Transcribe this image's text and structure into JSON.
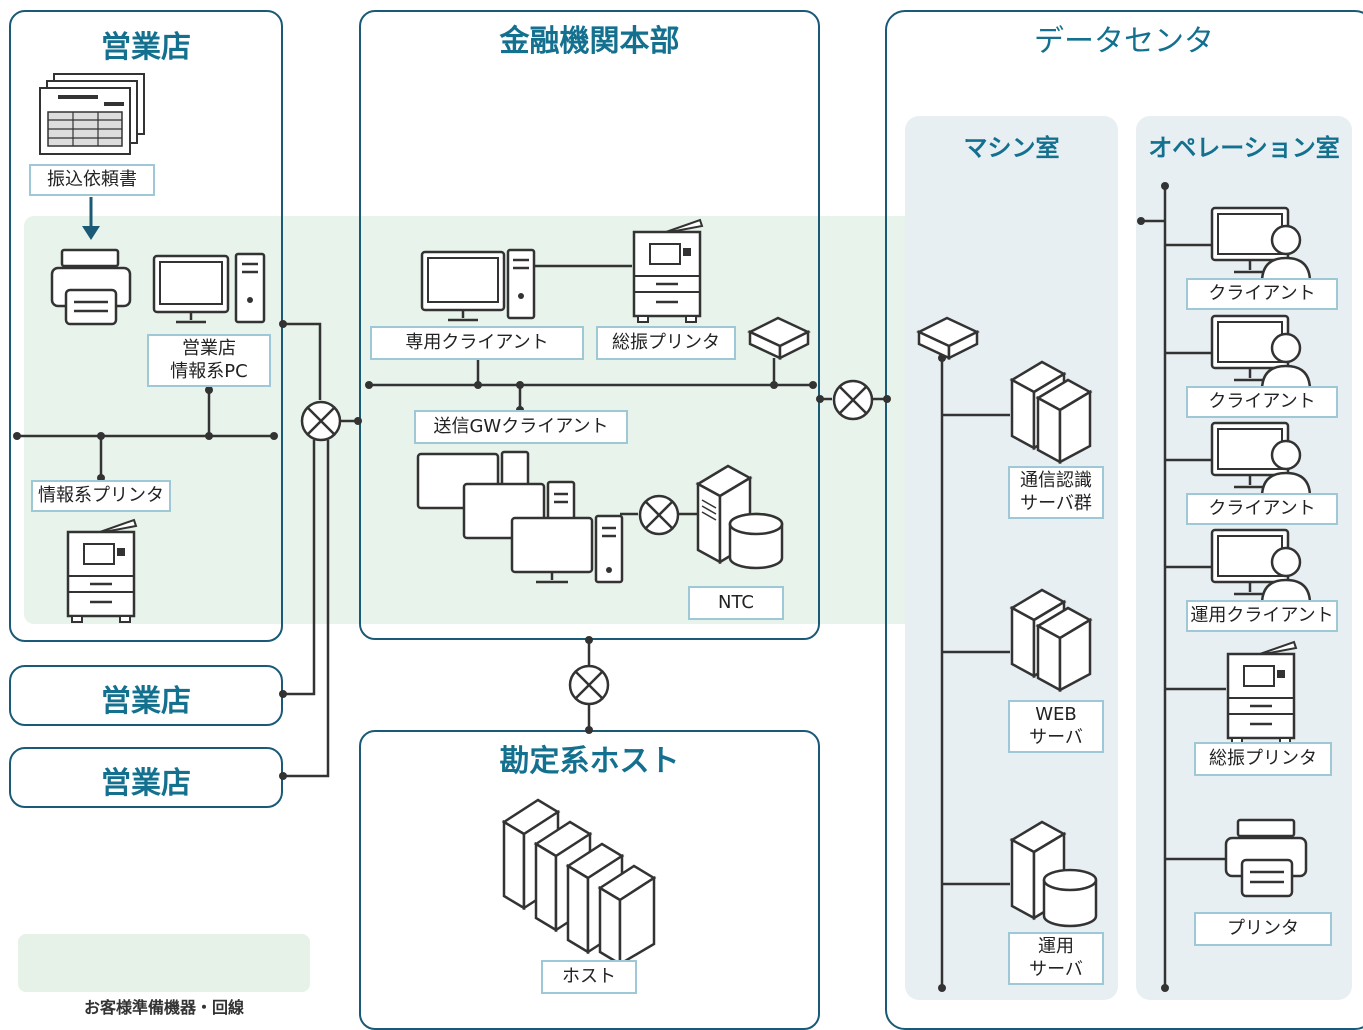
{
  "sections": {
    "branch_main": "営業店",
    "branch_2": "営業店",
    "branch_3": "営業店",
    "hq": "金融機関本部",
    "host_section": "勘定系ホスト",
    "datacenter": "データセンタ",
    "machine_room": "マシン室",
    "operation_room": "オペレーション室"
  },
  "labels": {
    "transfer_request": "振込依頼書",
    "branch_pc_line1": "営業店",
    "branch_pc_line2": "情報系PC",
    "info_printer": "情報系プリンタ",
    "dedicated_client": "専用クライアント",
    "transfer_printer": "総振プリンタ",
    "send_gw_client": "送信GWクライアント",
    "ntc": "NTC",
    "host": "ホスト",
    "auth_servers_line1": "通信認識",
    "auth_servers_line2": "サーバ群",
    "web_server_line1": "WEB",
    "web_server_line2": "サーバ",
    "ops_server_line1": "運用",
    "ops_server_line2": "サーバ",
    "client_1": "クライアント",
    "client_2": "クライアント",
    "client_3": "クライアント",
    "ops_client": "運用クライアント",
    "ops_transfer_printer": "総振プリンタ",
    "printer": "プリンタ"
  },
  "legend": {
    "text": "お客様準備機器・回線"
  },
  "colors": {
    "frame": "#1a5a76",
    "title": "#14708f",
    "room_bg": "#e7eff3",
    "customer_area": "#cbe4d2",
    "label_border": "#9fc8d6",
    "line": "#333333"
  }
}
